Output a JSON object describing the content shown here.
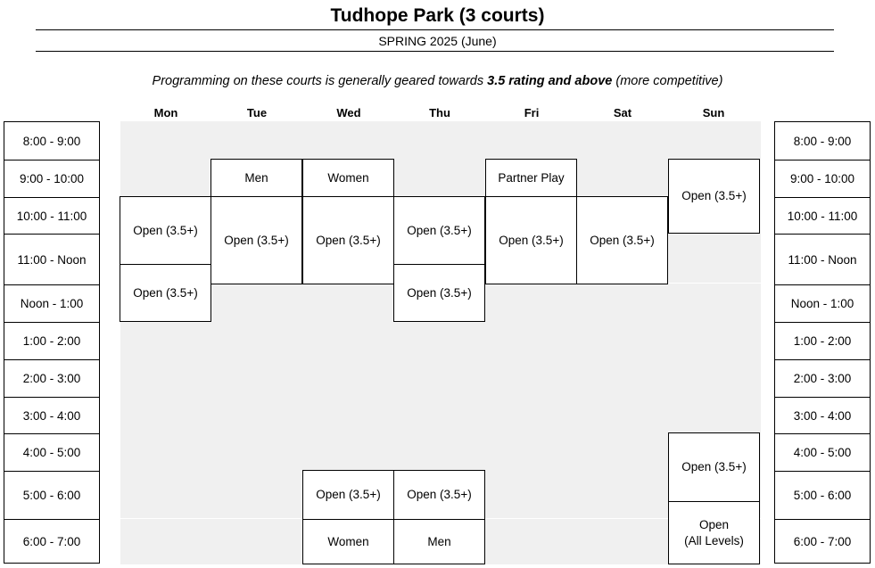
{
  "title": "Tudhope Park (3 courts)",
  "subtitle": "SPRING 2025 (June)",
  "note": {
    "prefix": "Programming on these courts is generally geared towards ",
    "emphasis": "3.5 rating and above",
    "suffix": " (more competitive)"
  },
  "days": [
    "Mon",
    "Tue",
    "Wed",
    "Thu",
    "Fri",
    "Sat",
    "Sun"
  ],
  "time_slots": [
    "8:00 - 9:00",
    "9:00 - 10:00",
    "10:00 - 11:00",
    "11:00 - Noon",
    "Noon - 1:00",
    "1:00 - 2:00",
    "2:00 - 3:00",
    "3:00 - 4:00",
    "4:00 - 5:00",
    "5:00 - 6:00",
    "6:00 - 7:00"
  ],
  "sessions": {
    "mon_open_1": "Open (3.5+)",
    "mon_open_2": "Open (3.5+)",
    "tue_men": "Men",
    "tue_open": "Open (3.5+)",
    "wed_women": "Women",
    "wed_open": "Open (3.5+)",
    "wed_evening_open": "Open (3.5+)",
    "wed_evening_women": "Women",
    "thu_open_1": "Open (3.5+)",
    "thu_open_2": "Open (3.5+)",
    "thu_evening_open": "Open (3.5+)",
    "thu_evening_men": "Men",
    "fri_partner": "Partner Play",
    "fri_open": "Open (3.5+)",
    "sat_open": "Open (3.5+)",
    "sun_open_morning": "Open (3.5+)",
    "sun_open_afternoon": "Open (3.5+)",
    "sun_open_all": "Open\n(All Levels)"
  }
}
